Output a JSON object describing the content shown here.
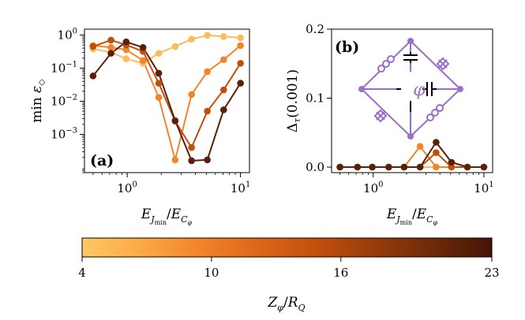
{
  "chart_data": [
    {
      "type": "line",
      "panel_label": "(a)",
      "xlabel": "E_{J_min}/E_{C_φ}",
      "ylabel": "min ε◇",
      "xscale": "log",
      "yscale": "log",
      "xlim": [
        0.42,
        12
      ],
      "ylim": [
        7e-05,
        1.5
      ],
      "xtick_labels": [
        {
          "value": 1,
          "base": "10",
          "exp": "0"
        },
        {
          "value": 10,
          "base": "10",
          "exp": "1"
        }
      ],
      "ytick_labels": [
        {
          "value": 1,
          "base": "10",
          "exp": "0"
        },
        {
          "value": 0.1,
          "base": "10",
          "exp": "−1"
        },
        {
          "value": 0.01,
          "base": "10",
          "exp": "−2"
        },
        {
          "value": 0.001,
          "base": "10",
          "exp": "−3"
        }
      ],
      "series": [
        {
          "z": 4,
          "color": "#fdbb5b",
          "x": [
            0.5,
            0.72,
            0.98,
            1.38,
            1.9,
            2.65,
            3.7,
            5.1,
            7.1,
            10.0
          ],
          "y": [
            0.38,
            0.3,
            0.19,
            0.14,
            0.28,
            0.45,
            0.75,
            0.98,
            0.9,
            0.82
          ]
        },
        {
          "z": 10,
          "color": "#f3842b",
          "x": [
            0.5,
            0.72,
            0.98,
            1.38,
            1.9,
            2.65,
            3.7,
            5.1,
            7.1,
            10.0
          ],
          "y": [
            0.48,
            0.42,
            0.36,
            0.17,
            0.013,
            0.00017,
            0.016,
            0.078,
            0.18,
            0.48
          ]
        },
        {
          "z": 16,
          "color": "#c2500d",
          "x": [
            0.5,
            0.72,
            0.98,
            1.38,
            1.9,
            2.65,
            3.7,
            5.1,
            7.1,
            10.0
          ],
          "y": [
            0.45,
            0.7,
            0.5,
            0.32,
            0.035,
            0.0025,
            0.0004,
            0.005,
            0.022,
            0.14
          ]
        },
        {
          "z": 23,
          "color": "#5a200a",
          "x": [
            0.5,
            0.72,
            0.98,
            1.38,
            1.9,
            2.65,
            3.7,
            5.1,
            7.1,
            10.0
          ],
          "y": [
            0.058,
            0.28,
            0.62,
            0.42,
            0.07,
            0.0026,
            0.00016,
            0.00017,
            0.0055,
            0.035
          ]
        }
      ]
    },
    {
      "type": "line",
      "panel_label": "(b)",
      "xlabel": "E_{J_min}/E_{C_φ}",
      "ylabel": "Δ_τ(0.001)",
      "xscale": "log",
      "yscale": "linear",
      "xlim": [
        0.42,
        12
      ],
      "ylim": [
        -0.008,
        0.2
      ],
      "xtick_labels": [
        {
          "value": 1,
          "base": "10",
          "exp": "0"
        },
        {
          "value": 10,
          "base": "10",
          "exp": "1"
        }
      ],
      "ytick_labels": [
        {
          "value": 0.0,
          "text": "0.0"
        },
        {
          "value": 0.1,
          "text": "0.1"
        },
        {
          "value": 0.2,
          "text": "0.2"
        }
      ],
      "inset_symbol": "φ",
      "series": [
        {
          "z": 4,
          "color": "#fdbb5b",
          "x": [
            0.5,
            0.72,
            0.98,
            1.38,
            1.9,
            2.65,
            3.7,
            5.1,
            7.1,
            10.0
          ],
          "y": [
            0,
            0,
            0,
            0,
            0,
            0,
            0,
            0,
            0,
            0
          ]
        },
        {
          "z": 10,
          "color": "#f3842b",
          "x": [
            0.5,
            0.72,
            0.98,
            1.38,
            1.9,
            2.65,
            3.7,
            5.1,
            7.1,
            10.0
          ],
          "y": [
            0,
            0,
            0,
            0,
            0,
            0.03,
            0,
            0,
            0,
            0
          ]
        },
        {
          "z": 16,
          "color": "#c2500d",
          "x": [
            0.5,
            0.72,
            0.98,
            1.38,
            1.9,
            2.65,
            3.7,
            5.1,
            7.1,
            10.0
          ],
          "y": [
            0,
            0,
            0,
            0,
            0,
            0,
            0.021,
            0,
            0,
            0
          ]
        },
        {
          "z": 23,
          "color": "#5a200a",
          "x": [
            0.5,
            0.72,
            0.98,
            1.38,
            1.9,
            2.65,
            3.7,
            5.1,
            7.1,
            10.0
          ],
          "y": [
            0,
            0,
            0,
            0,
            0,
            0,
            0.036,
            0.007,
            0,
            0
          ]
        }
      ]
    },
    {
      "type": "colorbar",
      "label": "Z_φ/R_Q",
      "range": [
        4,
        23
      ],
      "tick_labels": [
        {
          "value": 4,
          "text": "4"
        },
        {
          "value": 10,
          "text": "10"
        },
        {
          "value": 16,
          "text": "16"
        },
        {
          "value": 23,
          "text": "23"
        }
      ],
      "colors": [
        "#fec865",
        "#fbaa45",
        "#f3842b",
        "#dd6618",
        "#c2500d",
        "#973c0a",
        "#6e2a0a",
        "#431507"
      ]
    }
  ]
}
